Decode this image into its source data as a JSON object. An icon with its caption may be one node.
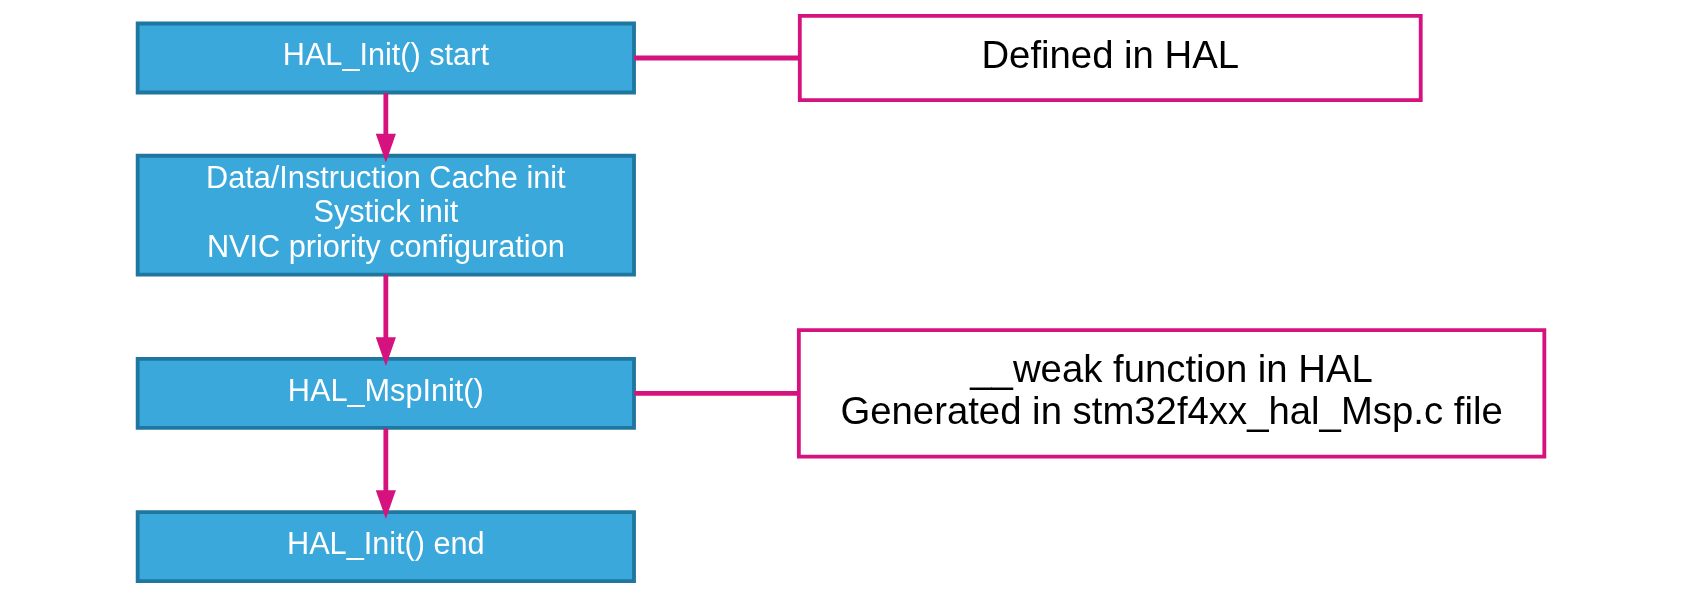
{
  "diagram": {
    "nodes": [
      {
        "text": [
          "HAL_Init() start"
        ]
      },
      {
        "text": [
          "Data/Instruction Cache init",
          "Systick init",
          "NVIC priority configuration"
        ]
      },
      {
        "text": [
          "HAL_MspInit()"
        ]
      },
      {
        "text": [
          "HAL_Init() end"
        ]
      },
      {
        "text": [
          "Defined in HAL"
        ]
      },
      {
        "text": [
          "__weak function in HAL",
          "Generated in stm32f4xx_hal_Msp.c file"
        ]
      }
    ],
    "edges": [
      {
        "from": 0,
        "to": 1,
        "arrow": "to"
      },
      {
        "from": 1,
        "to": 2,
        "arrow": "to"
      },
      {
        "from": 2,
        "to": 3,
        "arrow": "to"
      },
      {
        "from": 4,
        "to": 0,
        "arrow": "none"
      },
      {
        "from": 5,
        "to": 2,
        "arrow": "none"
      }
    ]
  }
}
